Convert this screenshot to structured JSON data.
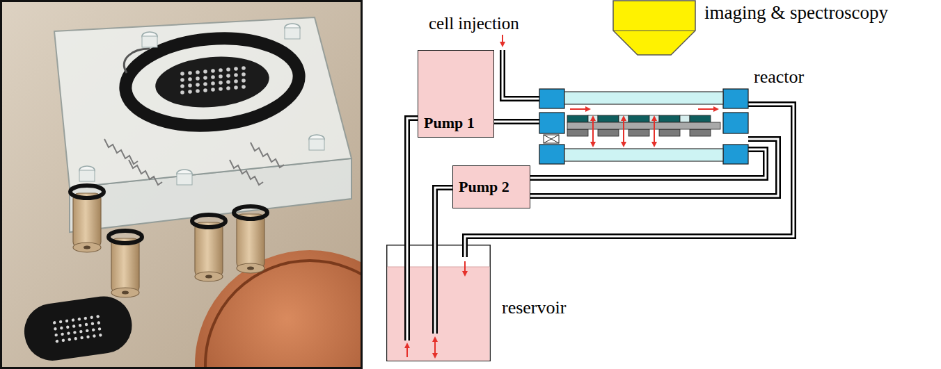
{
  "diagram": {
    "nodes": [
      {
        "text": [
          "imaging & spectroscopy"
        ]
      },
      {
        "text": [
          "Pump 1"
        ]
      },
      {
        "text": [
          "reactor"
        ]
      },
      {
        "text": [
          "Pump 2"
        ]
      },
      {
        "text": [
          "reservoir"
        ]
      }
    ],
    "edges": [
      {
        "from": 4,
        "to": 1,
        "arrow": "none"
      },
      {
        "from": 4,
        "to": 3,
        "arrow": "none"
      },
      {
        "from": 1,
        "to": 2,
        "arrow": "none"
      },
      {
        "from": 3,
        "to": 2,
        "arrow": "none"
      },
      {
        "from": 3,
        "to": 2,
        "arrow": "none"
      },
      {
        "from": 2,
        "to": 4,
        "arrow": "none"
      }
    ],
    "labels": [
      "cell injection"
    ]
  }
}
